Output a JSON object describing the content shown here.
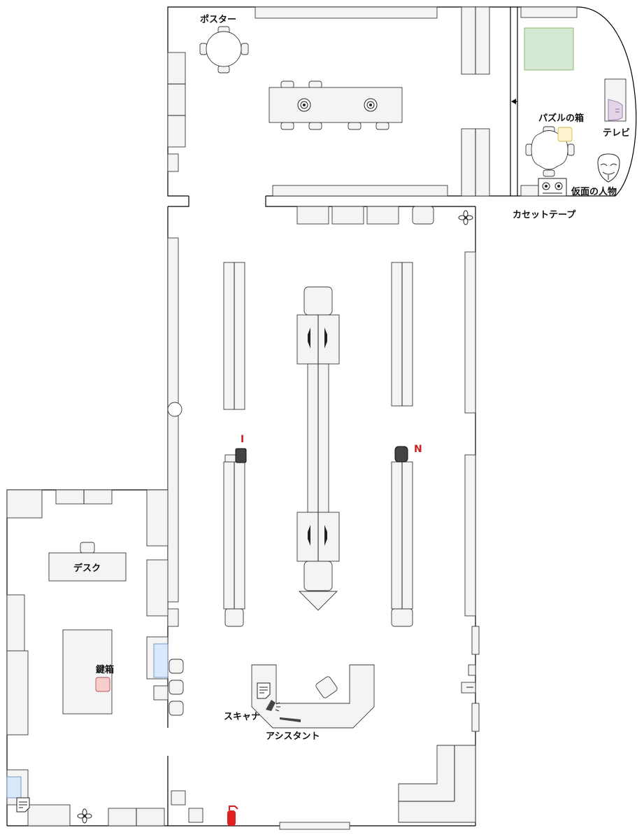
{
  "labels": {
    "poster": "ポスター",
    "puzzle_box": "パズルの箱",
    "tv": "テレビ",
    "masked_person": "仮面の人物",
    "cassette_tape": "カセットテープ",
    "desk": "デスク",
    "key_box": "鍵箱",
    "scanner": "スキャナ",
    "assistant": "アシスタント",
    "marker_i": "I",
    "marker_n": "N"
  },
  "colors": {
    "puzzle_box": "#fff2cc",
    "green_mat": "#d5e8d4",
    "tv_screen": "#e1d5e7",
    "key_box": "#f8cecc",
    "blue_panel": "#dae8fc",
    "extinguisher": "#e02020",
    "marker": "#cc1f1f"
  },
  "icons": [
    "poster-icon",
    "puzzle-box-icon",
    "tv-icon",
    "mask-icon",
    "cassette-tape-icon",
    "key-box-icon",
    "scanner-icon",
    "document-icon",
    "plant-icon",
    "fire-extinguisher-icon",
    "camera-icon"
  ]
}
